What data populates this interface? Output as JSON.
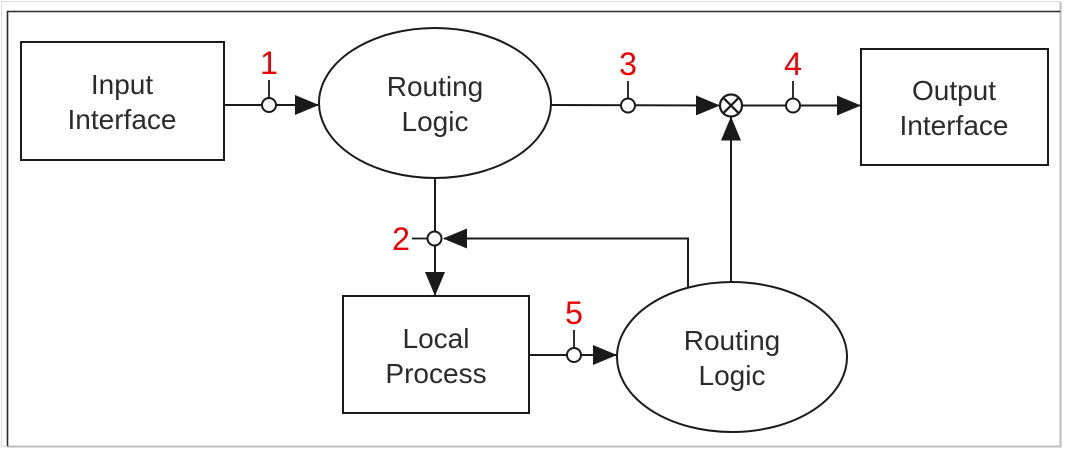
{
  "diagram": {
    "nodes": {
      "input_interface": {
        "line1": "Input",
        "line2": "Interface"
      },
      "routing_logic_top": {
        "line1": "Routing",
        "line2": "Logic"
      },
      "output_interface": {
        "line1": "Output",
        "line2": "Interface"
      },
      "local_process": {
        "line1": "Local",
        "line2": "Process"
      },
      "routing_logic_bottom": {
        "line1": "Routing",
        "line2": "Logic"
      }
    },
    "marker_labels": {
      "p1": "1",
      "p2": "2",
      "p3": "3",
      "p4": "4",
      "p5": "5"
    },
    "colors": {
      "marker_label": "#ee0000",
      "line": "#1a1a1a",
      "node_border": "#1a1a1a",
      "node_fill": "#ffffff",
      "text": "#2b2b2b",
      "frame_dark": "#2b2b2b",
      "frame_light": "#bdbdbd",
      "background": "#ffffff"
    }
  }
}
